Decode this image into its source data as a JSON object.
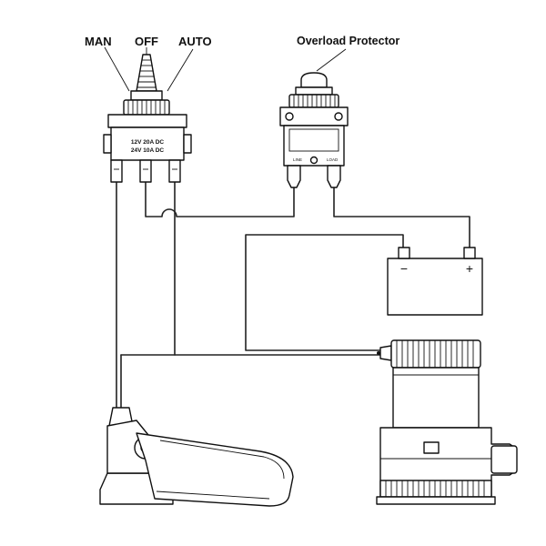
{
  "switch": {
    "positions": [
      "MAN",
      "OFF",
      "AUTO"
    ],
    "rating_line_1": "12V  20A  DC",
    "rating_line_2": "24V  10A  DC"
  },
  "breaker": {
    "label": "Overload Protector",
    "terminal_left": "LINE",
    "terminal_right": "LOAD"
  },
  "battery": {
    "neg_symbol": "−",
    "pos_symbol": "+"
  },
  "colors": {
    "ink": "#111111",
    "background": "#ffffff"
  }
}
